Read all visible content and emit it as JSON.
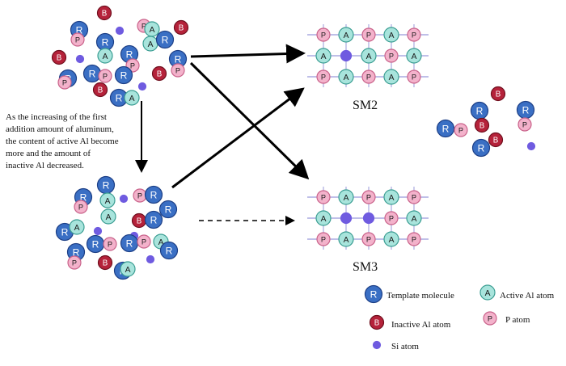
{
  "annotation": {
    "lines": [
      "As the increasing of the first",
      "addition amount of aluminum,",
      "the content of active Al become",
      "more and the amount of",
      "inactive Al decreased."
    ]
  },
  "labels": {
    "sm2": "SM2",
    "sm3": "SM3"
  },
  "atom_letters": {
    "template": "R",
    "inactive": "B",
    "active": "A",
    "p": "P"
  },
  "colors": {
    "template_fill": "#3a6fc4",
    "template_stroke": "#1d3f86",
    "inactive_fill": "#b5223a",
    "inactive_stroke": "#6f0f1e",
    "active_fill": "#a8e4dc",
    "active_stroke": "#3a9d92",
    "p_fill": "#f3b2cb",
    "p_stroke": "#c9628a",
    "si_fill": "#6f5be0",
    "lattice_line": "#7f7fd0"
  },
  "sm2_rows": [
    [
      "P",
      "A",
      "P",
      "A",
      "P"
    ],
    [
      "A",
      "Si",
      "A",
      "P",
      "A"
    ],
    [
      "P",
      "A",
      "P",
      "A",
      "P"
    ]
  ],
  "sm3_rows": [
    [
      "P",
      "A",
      "P",
      "A",
      "P"
    ],
    [
      "A",
      "Si",
      "Si",
      "P",
      "A"
    ],
    [
      "P",
      "A",
      "P",
      "A",
      "P"
    ]
  ],
  "legend": {
    "template": "Template molecule",
    "active": "Active Al atom",
    "inactive": "Inactive Al atom",
    "p": "P atom",
    "si": "Si atom"
  }
}
